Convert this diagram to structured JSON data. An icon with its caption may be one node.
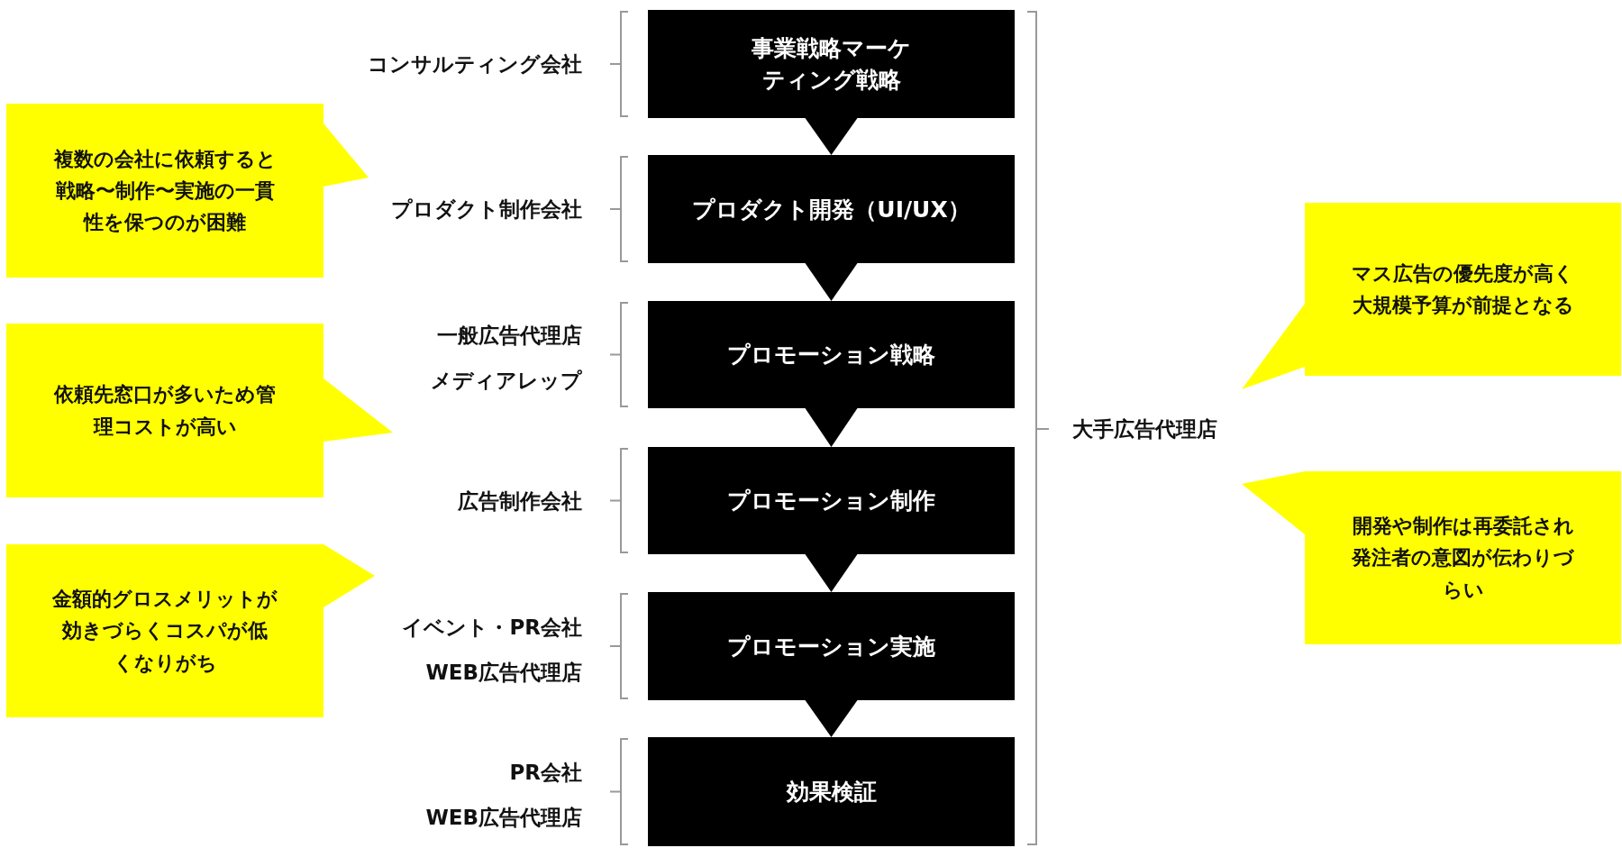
{
  "diagram": {
    "nodes": [
      {
        "text": [
          "事業戦略マーケティング戦略"
        ]
      },
      {
        "text": [
          "プロダクト開発（UI/UX）"
        ]
      },
      {
        "text": [
          "プロモーション戦略"
        ]
      },
      {
        "text": [
          "プロモーション制作"
        ]
      },
      {
        "text": [
          "プロモーション実施"
        ]
      },
      {
        "text": [
          "効果検証"
        ]
      },
      {
        "text": [
          "複数の会社に依頼すると戦略〜制作〜実施の一貫性を保つのが困難"
        ]
      },
      {
        "text": [
          "依頼先窓口が多いため管理コストが高い"
        ]
      },
      {
        "text": [
          "金額的グロスメリットが効きづらくコスパが低くなりがち"
        ]
      },
      {
        "text": [
          "マス広告の優先度が高く大規模予算が前提となる"
        ]
      },
      {
        "text": [
          "開発や制作は再委託され発注者の意図が伝わりづらい"
        ]
      }
    ],
    "edges": [
      {
        "from": 0,
        "to": 1,
        "arrow": "to"
      },
      {
        "from": 1,
        "to": 2,
        "arrow": "to"
      },
      {
        "from": 2,
        "to": 3,
        "arrow": "to"
      },
      {
        "from": 3,
        "to": 4,
        "arrow": "to"
      },
      {
        "from": 4,
        "to": 5,
        "arrow": "to"
      }
    ],
    "labels": [
      "コンサルティング会社",
      "プロダクト制作会社",
      "一般広告代理店",
      "メディアレップ",
      "広告制作会社",
      "イベント・PR会社",
      "WEB広告代理店",
      "PR会社",
      "WEB広告代理店",
      "大手広告代理店"
    ]
  }
}
